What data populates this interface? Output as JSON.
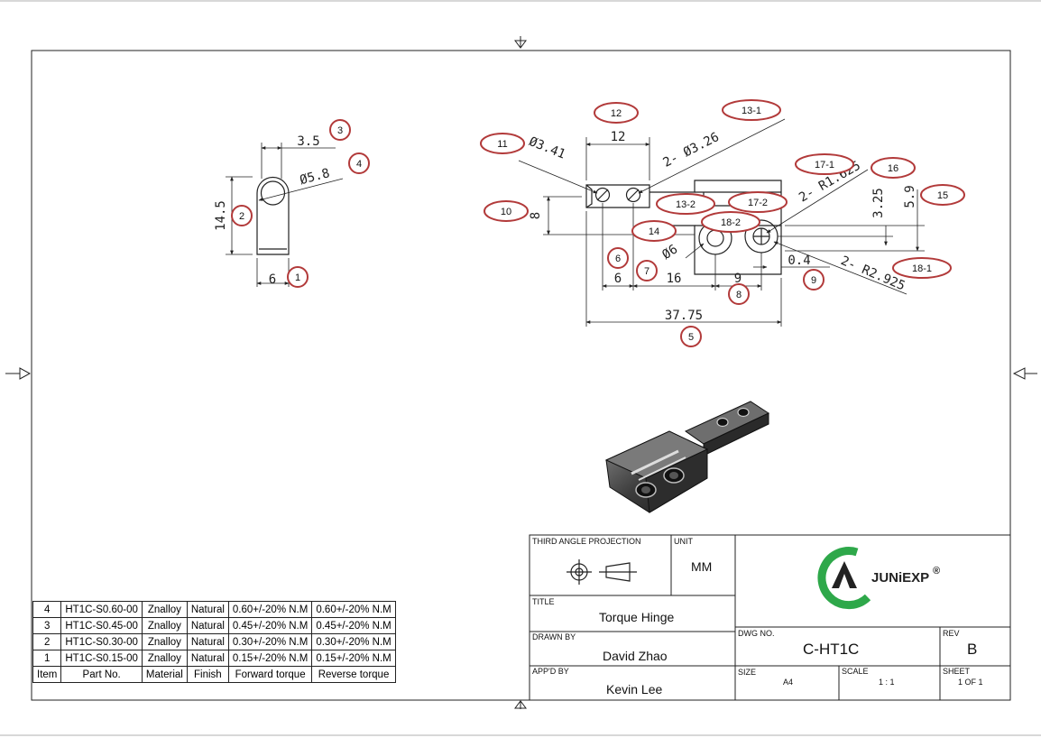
{
  "dimensions": {
    "d1": "6",
    "d2": "14.5",
    "d3": "3.5",
    "d4": "Ø5.8",
    "d5": "37.75",
    "d6": "6",
    "d7": "16",
    "d8": "9",
    "d9": "0.4",
    "d10": "8",
    "d11": "Ø3.41",
    "d12": "12",
    "d13": "2- Ø3.26",
    "d14": "Ø6",
    "d15": "5.9",
    "d16": "3.25",
    "d17": "2- R1.625",
    "d18": "2- R2.925"
  },
  "balloons": [
    "1",
    "2",
    "3",
    "4",
    "5",
    "6",
    "7",
    "8",
    "9",
    "10",
    "11",
    "12",
    "13-1",
    "13-2",
    "14",
    "15",
    "16",
    "17-1",
    "17-2",
    "18-1",
    "18-2"
  ],
  "parts_table": {
    "rows": [
      {
        "item": "4",
        "part_no": "HT1C-S0.60-00",
        "material": "Znalloy",
        "finish": "Natural",
        "forward": "0.60+/-20% N.M",
        "reverse": "0.60+/-20% N.M"
      },
      {
        "item": "3",
        "part_no": "HT1C-S0.45-00",
        "material": "Znalloy",
        "finish": "Natural",
        "forward": "0.45+/-20% N.M",
        "reverse": "0.45+/-20% N.M"
      },
      {
        "item": "2",
        "part_no": "HT1C-S0.30-00",
        "material": "Znalloy",
        "finish": "Natural",
        "forward": "0.30+/-20% N.M",
        "reverse": "0.30+/-20% N.M"
      },
      {
        "item": "1",
        "part_no": "HT1C-S0.15-00",
        "material": "Znalloy",
        "finish": "Natural",
        "forward": "0.15+/-20% N.M",
        "reverse": "0.15+/-20% N.M"
      }
    ],
    "headers": {
      "item": "Item",
      "part_no": "Part No.",
      "material": "Material",
      "finish": "Finish",
      "forward": "Forward torque",
      "reverse": "Reverse torque"
    }
  },
  "title_block": {
    "projection_label": "THIRD ANGLE PROJECTION",
    "unit_label": "UNIT",
    "unit_value": "MM",
    "title_label": "TITLE",
    "title_value": "Torque Hinge",
    "drawn_label": "DRAWN BY",
    "drawn_value": "David Zhao",
    "approved_label": "APP'D  BY",
    "approved_value": "Kevin Lee",
    "dwg_label": "DWG NO.",
    "dwg_value": "C-HT1C",
    "rev_label": "REV",
    "rev_value": "B",
    "size_label": "SIZE",
    "size_value": "A4",
    "scale_label": "SCALE",
    "scale_value": "1 : 1",
    "sheet_label": "SHEET",
    "sheet_value": "1 OF 1",
    "logo_text": "JUNiEXP",
    "logo_mark": "®"
  },
  "colors": {
    "balloon": "#b23a3a",
    "logo_green": "#2ea84a",
    "logo_dark": "#222222",
    "line": "#222222"
  }
}
